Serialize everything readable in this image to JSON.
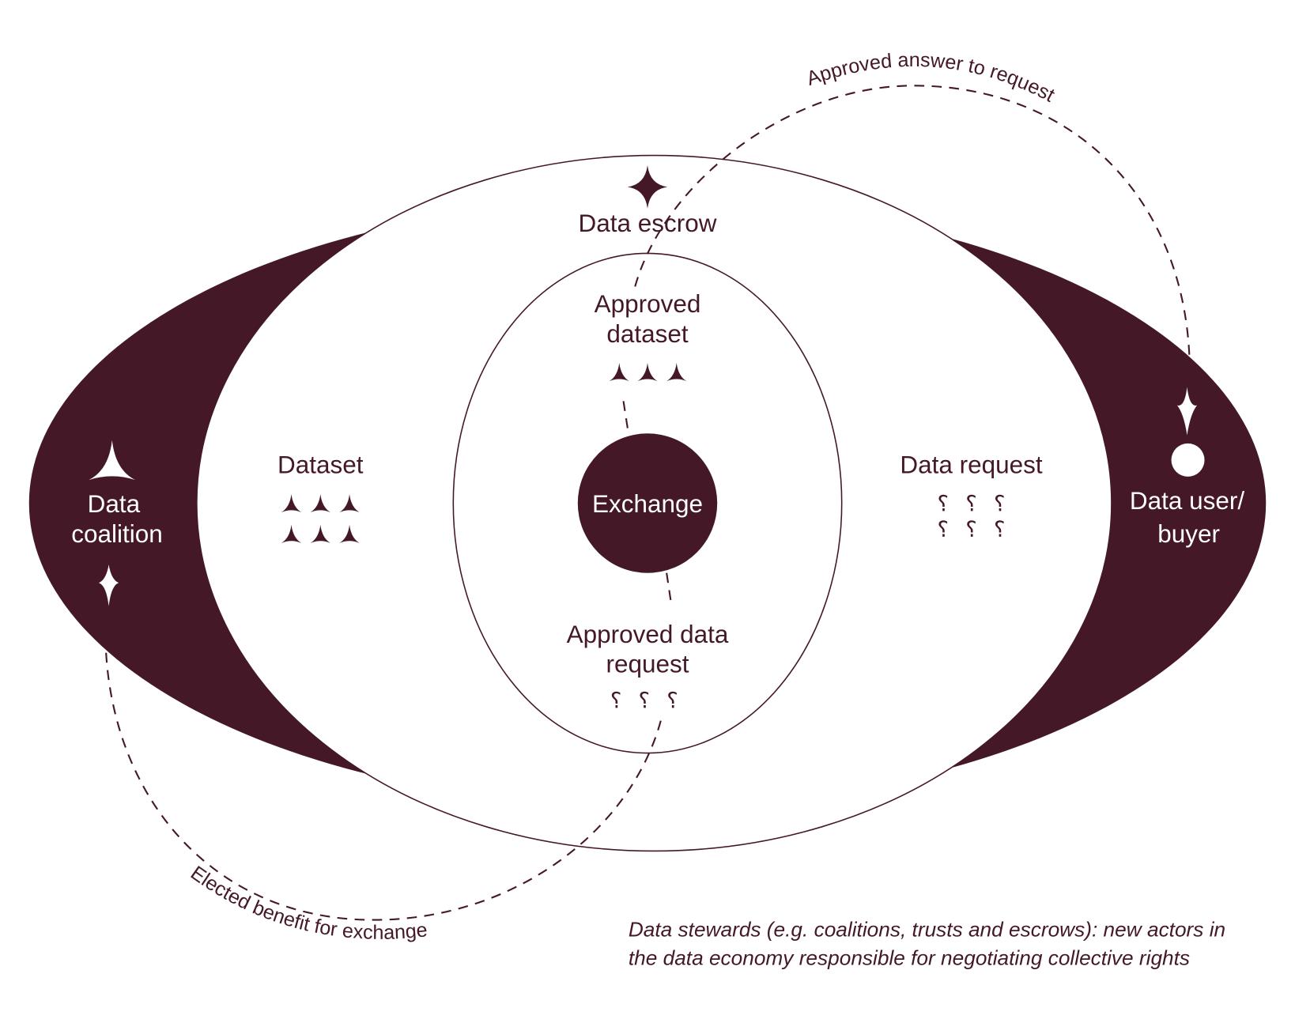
{
  "colors": {
    "primary": "#451828",
    "background": "#ffffff"
  },
  "nodes": {
    "data_coalition": [
      "Data",
      "coalition"
    ],
    "data_user": [
      "Data user/",
      "buyer"
    ],
    "dataset": "Dataset",
    "data_request": "Data request",
    "data_escrow": "Data escrow",
    "approved_dataset": [
      "Approved",
      "dataset"
    ],
    "exchange": "Exchange",
    "approved_data_request": [
      "Approved data",
      "request"
    ]
  },
  "flows": {
    "top": "Approved answer to request",
    "bottom": "Elected benefit for exchange"
  },
  "icons": {
    "request_glyph": "⸮"
  },
  "caption": [
    "Data stewards (e.g. coalitions, trusts and escrows): new actors in",
    "the data economy responsible for negotiating collective rights"
  ]
}
